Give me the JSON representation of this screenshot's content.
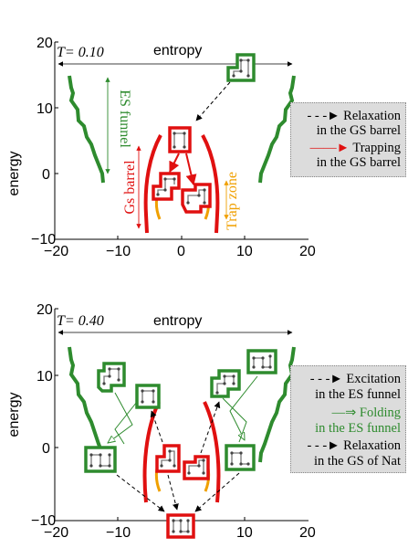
{
  "panels": [
    {
      "temperature_label": "T= 0.10",
      "entropy_label": "entropy",
      "ylabel": "energy",
      "xticks": [
        "−20",
        "−10",
        "0",
        "10",
        "20"
      ],
      "yticks": [
        "20",
        "10",
        "0",
        "−10"
      ],
      "region_labels": {
        "es_funnel": "ES funnel",
        "gs_barrel": "Gs barrel",
        "trap_zone": "Trap zone"
      },
      "legend": [
        {
          "line1": "Relaxation",
          "line2": "in the GS barrel"
        },
        {
          "line1": "Trapping",
          "line2": "in the GS barrel"
        }
      ]
    },
    {
      "temperature_label": "T= 0.40",
      "entropy_label": "entropy",
      "ylabel": "energy",
      "xticks": [
        "−20",
        "−10",
        "0",
        "10",
        "20"
      ],
      "yticks": [
        "20",
        "10",
        "0",
        "−10"
      ],
      "legend": [
        {
          "line1": "Excitation",
          "line2": "in the ES funnel"
        },
        {
          "line1": "Folding",
          "line2": "in the ES funnel"
        },
        {
          "line1": "Relaxation",
          "line2": "in the GS of Nat"
        }
      ]
    }
  ],
  "colors": {
    "funnel": "#2e8b2e",
    "barrel": "#e01010",
    "trap": "#f0a000",
    "relax_arrow": "#000000",
    "trap_arrow": "#e01010",
    "fold_arrow": "#2e8b2e",
    "legend_bg": "#dcdcdc"
  }
}
